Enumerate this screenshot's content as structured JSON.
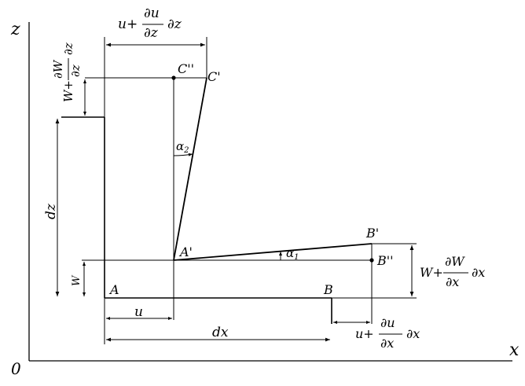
{
  "axes": {
    "x_label": "x",
    "z_label": "z",
    "origin_label": "0"
  },
  "points": {
    "A": "A",
    "B": "B",
    "A_prime": "A'",
    "B_prime": "B'",
    "B_dprime": "B''",
    "C_prime": "C'",
    "C_dprime": "C''"
  },
  "angles": {
    "alpha1": "α",
    "alpha1_sub": "1",
    "alpha2": "α",
    "alpha2_sub": "2"
  },
  "dimensions": {
    "u": "u",
    "dx": "dx",
    "dz": "dz",
    "w": "W",
    "u_dz": {
      "prefix": "u+",
      "num": "∂u",
      "den": "∂z",
      "suffix": "∂z"
    },
    "w_dz": {
      "prefix": "W+",
      "num": "∂W",
      "den": "∂z",
      "suffix": "∂z"
    },
    "w_dx": {
      "prefix": "W+",
      "num": "∂W",
      "den": "∂x",
      "suffix": "∂x"
    },
    "u_dx": {
      "prefix": "u+",
      "num": "∂u",
      "den": "∂x",
      "suffix": "∂x"
    }
  }
}
